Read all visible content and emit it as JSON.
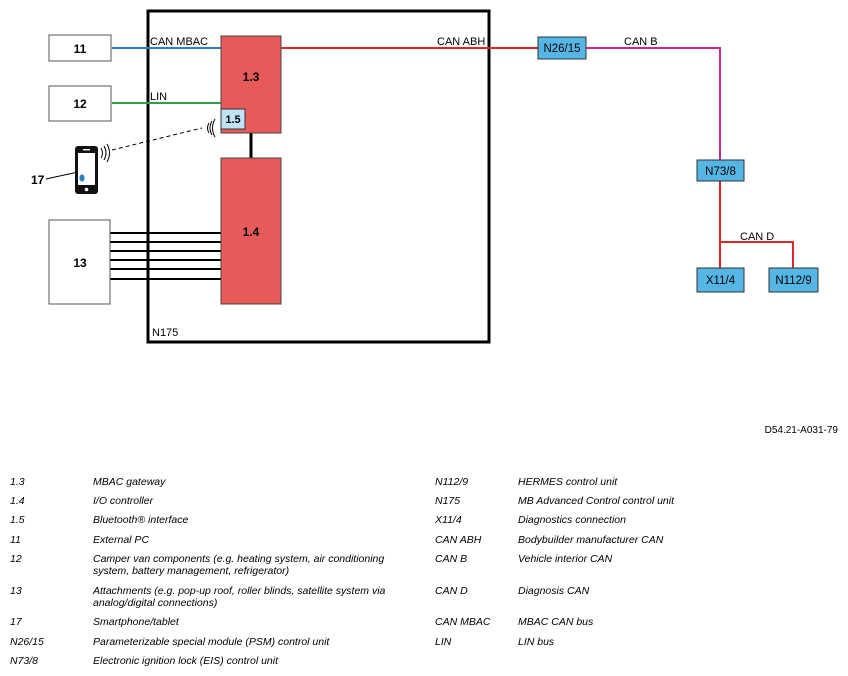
{
  "diagram": {
    "main_box_label": "N175",
    "components": {
      "c11": "11",
      "c12": "12",
      "c13": "13",
      "c17": "17",
      "mbac": "1.3",
      "bt": "1.5",
      "io": "1.4",
      "n26": "N26/15",
      "n73": "N73/8",
      "x11": "X11/4",
      "n112": "N112/9"
    },
    "buses": {
      "can_mbac": "CAN MBAC",
      "lin": "LIN",
      "can_abh": "CAN ABH",
      "can_b": "CAN B",
      "can_d": "CAN D"
    },
    "colors": {
      "module_red": "#e85a5a",
      "connector_blue": "#55b6e6",
      "can_mbac_line": "#2f7fc8",
      "lin_line": "#2fa04a",
      "can_abh_line": "#e0262a",
      "can_b_line": "#cc2a8a",
      "can_d_line": "#e0262a"
    },
    "bluetooth_symbol": "bluetooth-icon",
    "reference_code": "D54.21-A031-79"
  },
  "legend_left": [
    {
      "code": "1.3",
      "desc": "MBAC gateway"
    },
    {
      "code": "1.4",
      "desc": "I/O controller"
    },
    {
      "code": "1.5",
      "desc": "Bluetooth® interface"
    },
    {
      "code": "11",
      "desc": "External PC"
    },
    {
      "code": "12",
      "desc": "Camper van components (e.g. heating system, air conditioning system, battery management, refrigerator)"
    },
    {
      "code": "13",
      "desc": "Attachments (e.g. pop-up roof, roller blinds, satellite system via analog/digital connections)"
    },
    {
      "code": "17",
      "desc": "Smartphone/tablet"
    },
    {
      "code": "N26/15",
      "desc": "Parameterizable special module (PSM) control unit"
    },
    {
      "code": "N73/8",
      "desc": "Electronic ignition lock (EIS) control unit"
    }
  ],
  "legend_right": [
    {
      "code": "N112/9",
      "desc": "HERMES control unit"
    },
    {
      "code": "N175",
      "desc": "MB Advanced Control control unit"
    },
    {
      "code": "X11/4",
      "desc": "Diagnostics connection"
    },
    {
      "code": "CAN ABH",
      "desc": "Bodybuilder manufacturer CAN"
    },
    {
      "code": "CAN B",
      "desc": "Vehicle interior CAN"
    },
    {
      "code": "CAN D",
      "desc": "Diagnosis CAN"
    },
    {
      "code": "CAN MBAC",
      "desc": "MBAC CAN bus"
    },
    {
      "code": "LIN",
      "desc": "LIN bus"
    }
  ]
}
